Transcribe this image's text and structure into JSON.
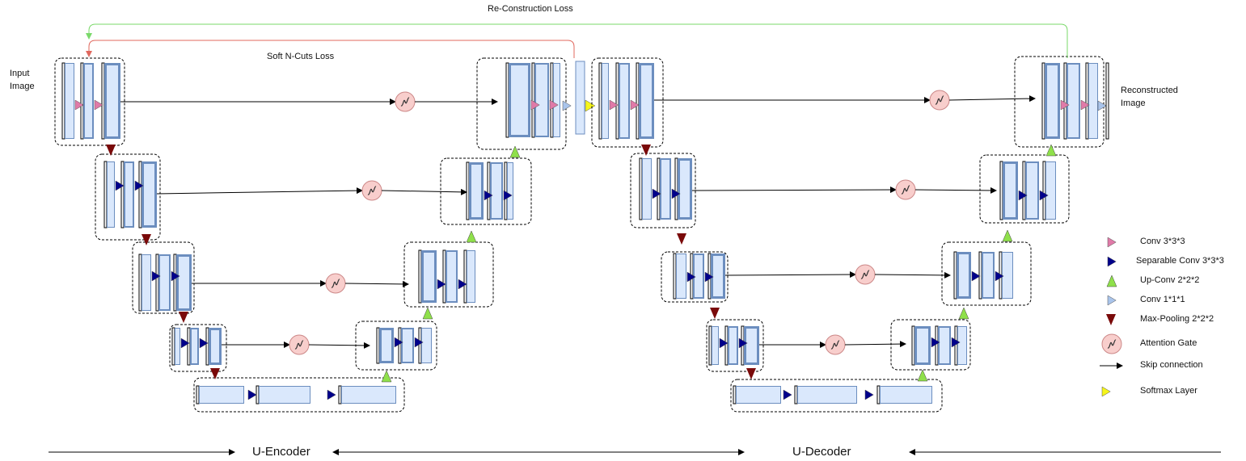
{
  "labels": {
    "reconstruction_loss": "Re-Construction Loss",
    "soft_ncuts_loss": "Soft N-Cuts Loss",
    "input_image": "Input Image",
    "reconstructed_image": "Reconstructed Image",
    "u_encoder": "U-Encoder",
    "u_decoder": "U-Decoder"
  },
  "legend": [
    {
      "icon": "conv-triangle-pink",
      "label": "Conv 3*3*3"
    },
    {
      "icon": "separable-conv-triangle-navy",
      "label": "Separable Conv 3*3*3"
    },
    {
      "icon": "up-conv-triangle-green",
      "label": "Up-Conv 2*2*2"
    },
    {
      "icon": "conv1x1-triangle-lightblue",
      "label": "Conv 1*1*1"
    },
    {
      "icon": "max-pool-triangle-darkred",
      "label": "Max-Pooling 2*2*2"
    },
    {
      "icon": "attention-gate-circle",
      "label": "Attention Gate"
    },
    {
      "icon": "arrow-right",
      "label": "Skip connection"
    },
    {
      "icon": "softmax-triangle-yellow",
      "label": "Softmax Layer"
    }
  ],
  "colors": {
    "feature_map_fill": "#dae8fc",
    "feature_map_stroke": "#6c8ebf",
    "conv": "#e07aa8",
    "separable_conv": "#00008b",
    "up_conv": "#8fe04a",
    "conv1x1": "#a9c4eb",
    "max_pool": "#7a0a0a",
    "attention_gate": "#f8cecc",
    "softmax": "#f5f51a",
    "reconstruction_loss_line": "#7ad96a",
    "ncuts_loss_line": "#e0685e"
  }
}
